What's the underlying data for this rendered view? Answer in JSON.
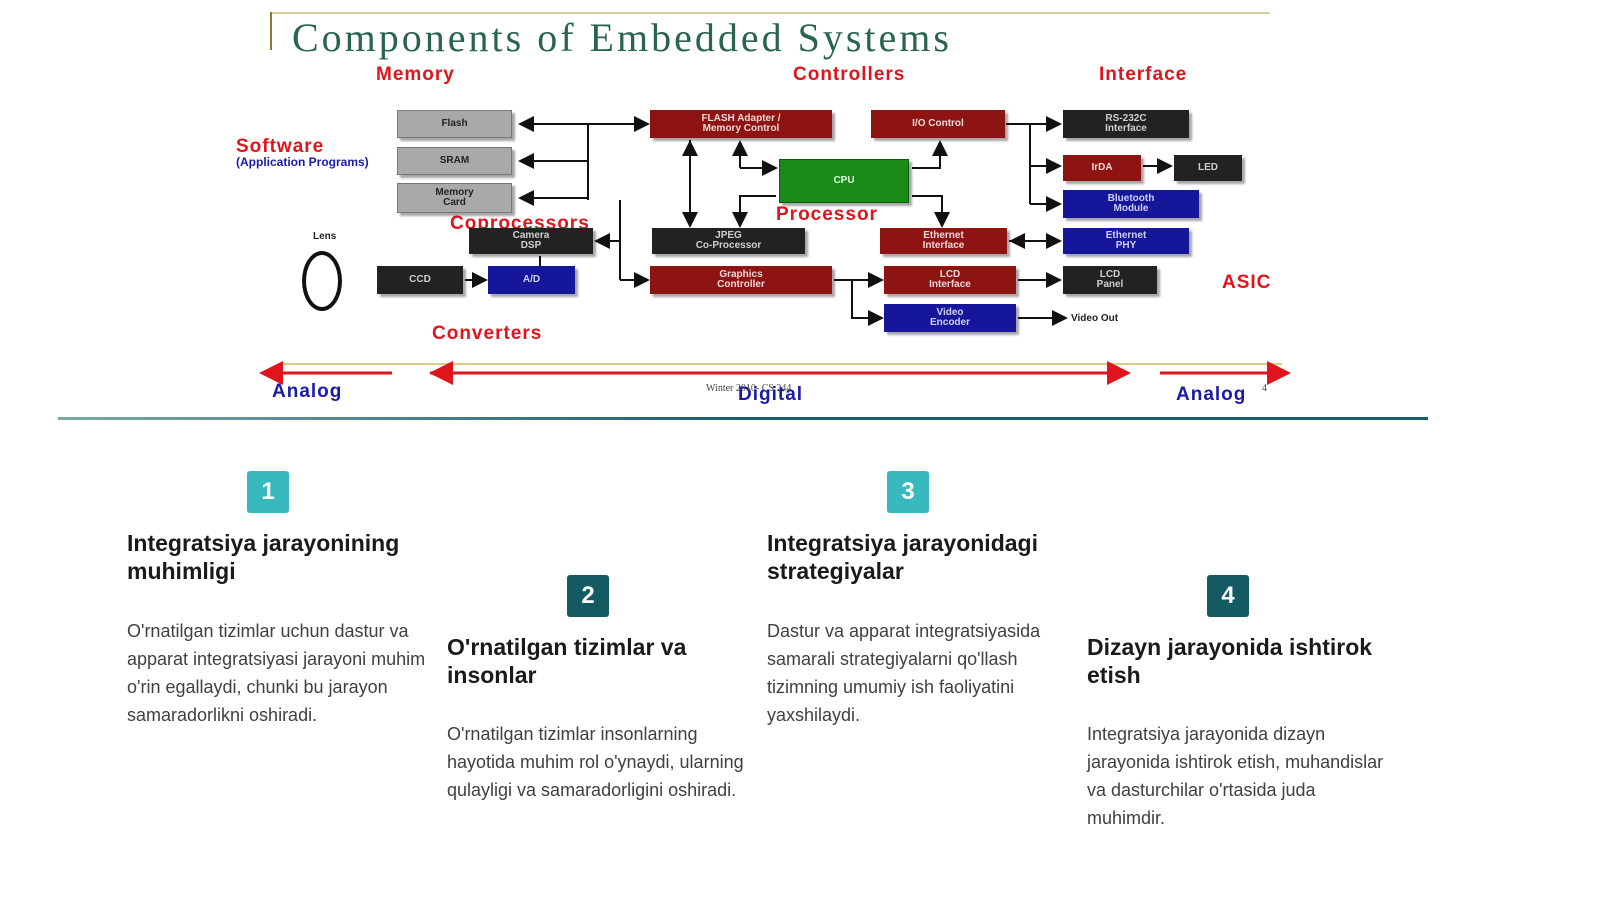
{
  "diagram": {
    "title": "Components of Embedded Systems",
    "categories": {
      "memory": "Memory",
      "controllers": "Controllers",
      "interface": "Interface",
      "software": "Software",
      "software_sub": "(Application Programs)",
      "coprocessors": "Coprocessors",
      "processor": "Processor",
      "asic": "ASIC",
      "converters": "Converters",
      "analog_left": "Analog",
      "digital": "Digital",
      "analog_right": "Analog"
    },
    "blocks": {
      "flash": "Flash",
      "sram": "SRAM",
      "memory_card": "Memory\nCard",
      "flash_adapter": "FLASH Adapter /\nMemory Control",
      "io_control": "I/O Control",
      "rs232c": "RS-232C\nInterface",
      "irda": "IrDA",
      "led": "LED",
      "bluetooth": "Bluetooth\nModule",
      "cpu": "CPU",
      "camera_dsp": "Camera\nDSP",
      "jpeg": "JPEG\nCo-Processor",
      "ethernet_interface": "Ethernet\nInterface",
      "ethernet_phy": "Ethernet\nPHY",
      "ccd": "CCD",
      "ad": "A/D",
      "graphics": "Graphics\nController",
      "lcd_interface": "LCD\nInterface",
      "lcd_panel": "LCD\nPanel",
      "video_encoder": "Video\nEncoder",
      "video_out": "Video Out",
      "lens": "Lens"
    },
    "watermark": "Winter 2010- CS 244",
    "page_number": "4"
  },
  "cards": [
    {
      "number": "1",
      "title": "Integratsiya jarayonining muhimligi",
      "body": "O'rnatilgan tizimlar uchun dastur va apparat integratsiyasi jarayoni muhim o'rin egallaydi, chunki bu jarayon samaradorlikni oshiradi."
    },
    {
      "number": "2",
      "title": "O'rnatilgan tizimlar va insonlar",
      "body": "O'rnatilgan tizimlar insonlarning hayotida muhim rol o'ynaydi, ularning qulayligi va samaradorligini oshiradi."
    },
    {
      "number": "3",
      "title": "Integratsiya jarayonidagi strategiyalar",
      "body": "Dastur va apparat integratsiyasida samarali strategiyalarni qo'llash tizimning umumiy ish faoliyatini yaxshilaydi."
    },
    {
      "number": "4",
      "title": "Dizayn jarayonida ishtirok etish",
      "body": "Integratsiya jarayonida dizayn jarayonida ishtirok etish, muhandislar va dasturchilar o'rtasida juda muhimdir."
    }
  ],
  "colors": {
    "badge_light": "#38b9bd",
    "badge_dark": "#135a62",
    "diagram_red": "#e0141c",
    "diagram_blue": "#1a1aa8"
  }
}
